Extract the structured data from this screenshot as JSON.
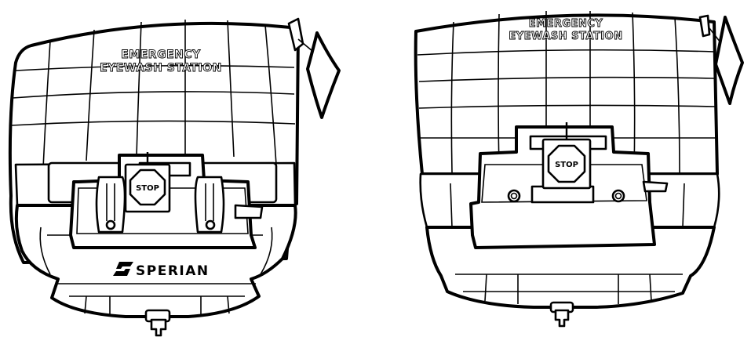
{
  "left_unit": {
    "label_line1": "EMERGENCY",
    "label_line2": "EYEWASH STATION",
    "stop_sign": "STOP",
    "brand": "SPERIAN"
  },
  "right_unit": {
    "label_line1": "EMERGENCY",
    "label_line2": "EYEWASH STATION",
    "stop_sign": "STOP"
  },
  "colors": {
    "ink": "#000000",
    "paper": "#ffffff"
  }
}
